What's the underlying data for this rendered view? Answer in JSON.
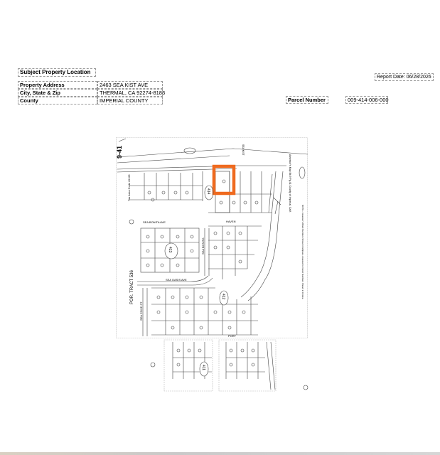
{
  "report": {
    "title": "Subject Property Location",
    "report_date": "Report Date: 06/28/2026",
    "labels": {
      "address": "Property Address",
      "city": "City, State & Zip",
      "county": "County",
      "parcel": "Parcel Number"
    },
    "values": {
      "address": "2463 SEA KIST AVE",
      "city": "THERMAL, CA 92274-8183",
      "county": "IMPERIAL COUNTY",
      "parcel": "009-414-006-000"
    }
  },
  "map": {
    "highlight_color": "#ef6a1f",
    "map_id": "9-41",
    "tax_area": "Tax Area Code 82-05",
    "tract_label": "POR. TRACT 536",
    "books": [
      "414",
      "413",
      "412",
      "411"
    ],
    "streets": {
      "sea_kist": "SEA KIST",
      "sea_bonita_top": "SEA BONITA AVE",
      "sea_cove": "SEA COVE ST",
      "sea_oasis": "SEA OASIS AVE",
      "sea_bonita": "SEA BONITA",
      "port": "PORT",
      "haven": "HAVEN"
    },
    "notes": {
      "assessor": "Assessor's Map Bk.9 Pg.41 County of Imperial, Calif.",
      "legal": "NOTE - Assessor's Block Numbers Shown in Ellipses. Assessor's Parcel Numbers Shown in Circles."
    }
  }
}
